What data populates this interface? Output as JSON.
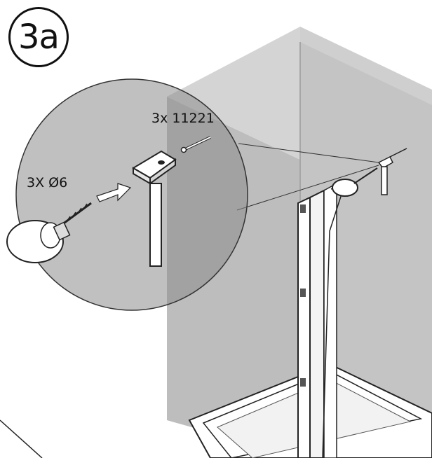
{
  "step": {
    "label": "3a"
  },
  "callouts": {
    "screw_label": "3x 11221",
    "drill_label": "3X Ø6"
  },
  "colors": {
    "wall_light": "#c9c9c9",
    "wall_mid": "#b0b0b0",
    "magnifier": "#a9a9a9",
    "ink": "#111111"
  },
  "icons": [
    "drill-icon",
    "wall-bracket-icon",
    "screw-icon",
    "arrow-right-icon",
    "shower-panel-icon",
    "shower-tray-icon"
  ]
}
